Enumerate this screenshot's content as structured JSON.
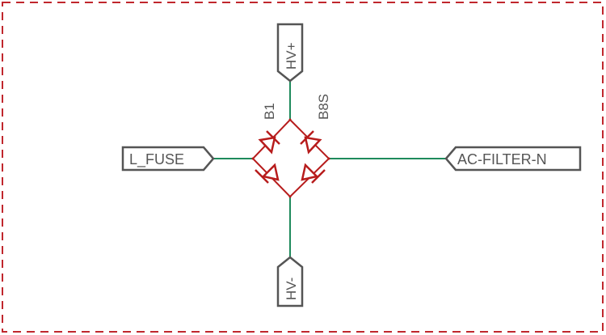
{
  "schematic": {
    "frame": {
      "color": "#c0272d",
      "style": "dashed"
    },
    "wire_color": "#1f8a5c",
    "component_color": "#b71c1c",
    "port_color": "#555555",
    "component": {
      "refdes": "B1",
      "value": "B8S",
      "type": "bridge-rectifier"
    },
    "ports": {
      "top": "HV+",
      "bottom": "HV-",
      "left": "L_FUSE",
      "right": "AC-FILTER-N"
    }
  }
}
